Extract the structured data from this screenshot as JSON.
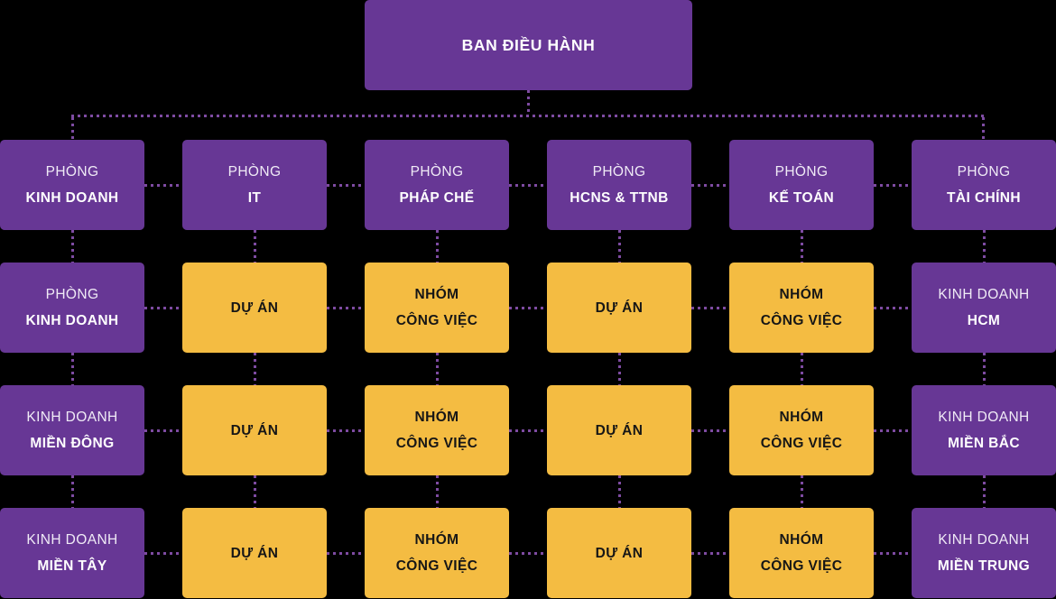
{
  "colors": {
    "purple": "#673795",
    "yellow": "#f4bc42",
    "connector": "#7e4ba2",
    "background": "#000000",
    "text_on_purple": "#ffffff",
    "text_on_yellow": "#161616"
  },
  "root": {
    "lines": [
      "BAN ĐIỀU HÀNH"
    ],
    "variant": "purple"
  },
  "columns": [
    {
      "nodes": [
        {
          "lines": [
            "PHÒNG",
            "KINH DOANH"
          ],
          "variant": "purple"
        },
        {
          "lines": [
            "PHÒNG",
            "KINH DOANH"
          ],
          "variant": "purple"
        },
        {
          "lines": [
            "KINH DOANH",
            "MIỀN ĐÔNG"
          ],
          "variant": "purple"
        },
        {
          "lines": [
            "KINH DOANH",
            "MIỀN TÂY"
          ],
          "variant": "purple"
        }
      ]
    },
    {
      "nodes": [
        {
          "lines": [
            "PHÒNG",
            "IT"
          ],
          "variant": "purple"
        },
        {
          "lines": [
            "DỰ ÁN"
          ],
          "variant": "yellow"
        },
        {
          "lines": [
            "DỰ ÁN"
          ],
          "variant": "yellow"
        },
        {
          "lines": [
            "DỰ ÁN"
          ],
          "variant": "yellow"
        }
      ]
    },
    {
      "nodes": [
        {
          "lines": [
            "PHÒNG",
            "PHÁP CHẾ"
          ],
          "variant": "purple"
        },
        {
          "lines": [
            "NHÓM",
            "CÔNG VIỆC"
          ],
          "variant": "yellow"
        },
        {
          "lines": [
            "NHÓM",
            "CÔNG VIỆC"
          ],
          "variant": "yellow"
        },
        {
          "lines": [
            "NHÓM",
            "CÔNG VIỆC"
          ],
          "variant": "yellow"
        }
      ]
    },
    {
      "nodes": [
        {
          "lines": [
            "PHÒNG",
            "HCNS & TTNB"
          ],
          "variant": "purple"
        },
        {
          "lines": [
            "DỰ ÁN"
          ],
          "variant": "yellow"
        },
        {
          "lines": [
            "DỰ ÁN"
          ],
          "variant": "yellow"
        },
        {
          "lines": [
            "DỰ ÁN"
          ],
          "variant": "yellow"
        }
      ]
    },
    {
      "nodes": [
        {
          "lines": [
            "PHÒNG",
            "KẾ TOÁN"
          ],
          "variant": "purple"
        },
        {
          "lines": [
            "NHÓM",
            "CÔNG VIỆC"
          ],
          "variant": "yellow"
        },
        {
          "lines": [
            "NHÓM",
            "CÔNG VIỆC"
          ],
          "variant": "yellow"
        },
        {
          "lines": [
            "NHÓM",
            "CÔNG VIỆC"
          ],
          "variant": "yellow"
        }
      ]
    },
    {
      "nodes": [
        {
          "lines": [
            "PHÒNG",
            "TÀI CHÍNH"
          ],
          "variant": "purple"
        },
        {
          "lines": [
            "KINH DOANH",
            "HCM"
          ],
          "variant": "purple"
        },
        {
          "lines": [
            "KINH DOANH",
            "MIỀN BẮC"
          ],
          "variant": "purple"
        },
        {
          "lines": [
            "KINH DOANH",
            "MIỀN TRUNG"
          ],
          "variant": "purple"
        }
      ]
    }
  ]
}
